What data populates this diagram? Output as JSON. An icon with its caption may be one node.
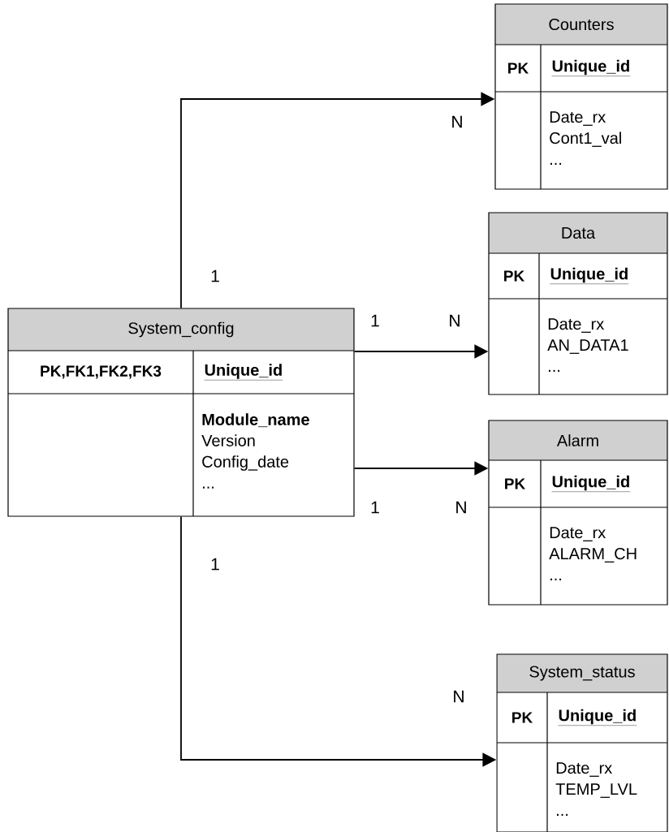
{
  "diagram": {
    "nodes": [
      {
        "text": [
          "System_config",
          "PK,FK1,FK2,FK3",
          "Unique_id",
          "**Module_name** Version Config_date ..."
        ]
      },
      {
        "text": [
          "Counters",
          "PK",
          "Unique_id",
          "Date_rx Cont1_val ..."
        ]
      },
      {
        "text": [
          "Data",
          "PK",
          "Unique_id",
          "Date_rx AN_DATA1 ..."
        ]
      },
      {
        "text": [
          "Alarm",
          "PK",
          "Unique_id",
          "Date_rx ALARM_CH ..."
        ]
      },
      {
        "text": [
          "System_status",
          "PK",
          "Unique_id",
          "Date_rx TEMP_LVL ..."
        ]
      }
    ],
    "edges": [
      {
        "from": 0,
        "to": 1,
        "arrow": "to"
      },
      {
        "from": 0,
        "to": 2,
        "arrow": "to"
      },
      {
        "from": 0,
        "to": 3,
        "arrow": "to"
      },
      {
        "from": 0,
        "to": 4,
        "arrow": "to"
      }
    ],
    "labels": [
      "N",
      "1",
      "1",
      "N",
      "1",
      "N",
      "1",
      "N"
    ]
  }
}
